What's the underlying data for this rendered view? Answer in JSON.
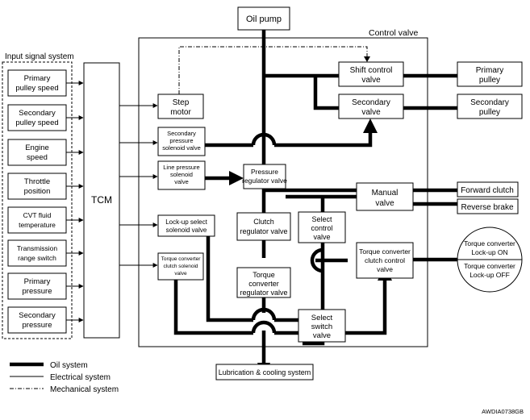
{
  "labels": {
    "control_valve": "Control valve",
    "input_signal_system": "Input signal system",
    "tcm": "TCM",
    "oil_pump": "Oil pump",
    "lubrication": "Lubrication & cooling system",
    "figure_id": "AWDIA0738GB"
  },
  "inputs": [
    [
      "Primary",
      "pulley speed"
    ],
    [
      "Secondary",
      "pulley speed"
    ],
    [
      "Engine",
      "speed"
    ],
    [
      "Throttle",
      "position"
    ],
    [
      "CVT fluid",
      "temperature"
    ],
    [
      "Transmission",
      "range switch"
    ],
    [
      "Primary",
      "pressure"
    ],
    [
      "Secondary",
      "pressure"
    ]
  ],
  "components": {
    "step_motor": [
      "Step",
      "motor"
    ],
    "secondary_pressure_solenoid": [
      "Secondary",
      "pressure",
      "solenoid valve"
    ],
    "line_pressure_solenoid": [
      "Line pressure",
      "solenoid",
      "valve"
    ],
    "lockup_select_solenoid": [
      "Lock-up select",
      "solenoid valve"
    ],
    "tc_clutch_solenoid": [
      "Torque converter",
      "clutch solenoid",
      "valve"
    ],
    "shift_control_valve": [
      "Shift control",
      "valve"
    ],
    "secondary_valve": [
      "Secondary",
      "valve"
    ],
    "primary_pulley": [
      "Primary",
      "pulley"
    ],
    "secondary_pulley": [
      "Secondary",
      "pulley"
    ],
    "pressure_regulator_valve": [
      "Pressure",
      "regulator valve"
    ],
    "manual_valve": [
      "Manual",
      "valve"
    ],
    "forward_clutch": [
      "Forward clutch"
    ],
    "reverse_brake": [
      "Reverse brake"
    ],
    "clutch_regulator_valve": [
      "Clutch",
      "regulator valve"
    ],
    "select_control_valve": [
      "Select",
      "control",
      "valve"
    ],
    "tc_clutch_control_valve": [
      "Torque converter",
      "clutch control",
      "valve"
    ],
    "tc_regulator_valve": [
      "Torque",
      "converter",
      "regulator valve"
    ],
    "select_switch_valve": [
      "Select",
      "switch",
      "valve"
    ],
    "lockup_on": [
      "Torque converter",
      "Lock-up ON"
    ],
    "lockup_off": [
      "Torque converter",
      "Lock-up OFF"
    ]
  },
  "legend": [
    {
      "label": "Oil system",
      "style": "oil"
    },
    {
      "label": "Electrical system",
      "style": "electrical"
    },
    {
      "label": "Mechanical system",
      "style": "mechanical"
    }
  ]
}
